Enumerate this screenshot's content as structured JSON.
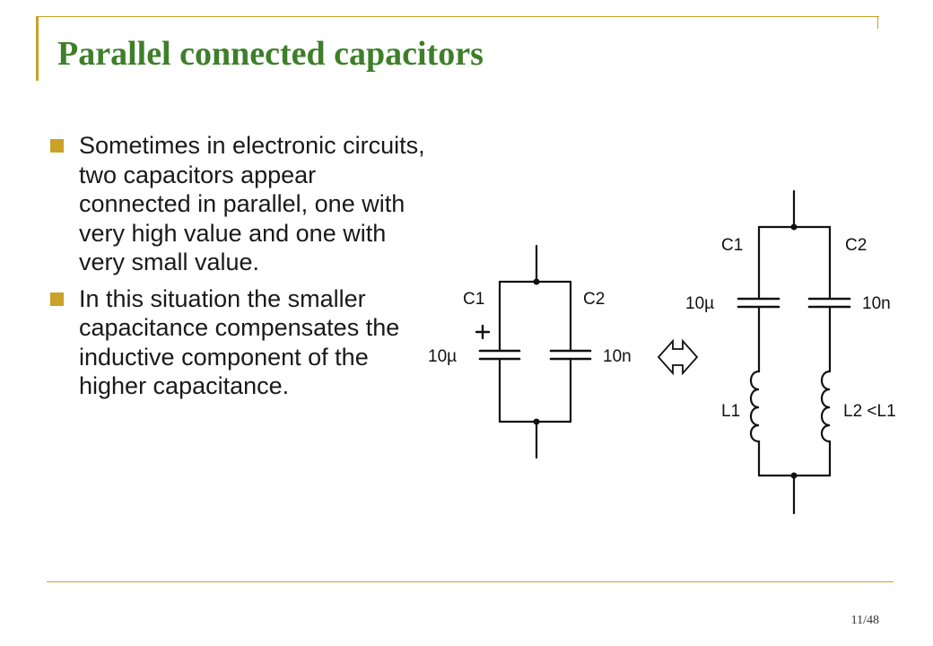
{
  "slide": {
    "title": "Parallel connected capacitors",
    "page_number": "11/48",
    "bullets": [
      "Sometimes in electronic circuits, two capacitors appear connected in parallel, one with very high value and one with very small value.",
      "In this situation the smaller capacitance compensates the inductive component of the higher capacitance."
    ]
  },
  "diagram": {
    "left_circuit": {
      "c1_label": "C1",
      "c2_label": "C2",
      "c1_value": "10µ",
      "c2_value": "10n",
      "polarity_mark": "+"
    },
    "equivalence_symbol": "double-arrow",
    "right_circuit": {
      "c1_label": "C1",
      "c2_label": "C2",
      "c1_value": "10µ",
      "c2_value": "10n",
      "l1_label": "L1",
      "l2_label": "L2 <L1"
    }
  },
  "colors": {
    "accent": "#c9a227",
    "title": "#3e7f2a",
    "wire": "#111111"
  }
}
